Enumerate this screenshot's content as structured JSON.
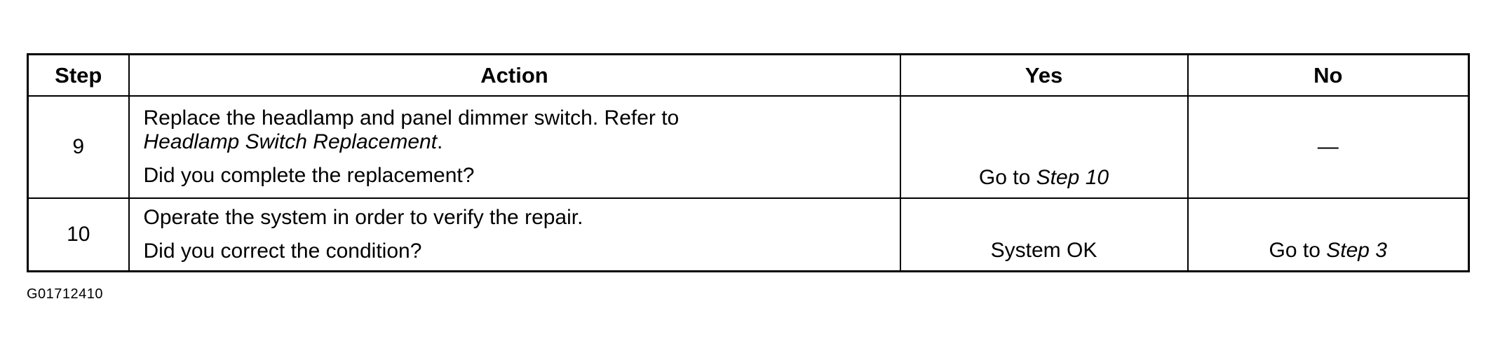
{
  "table": {
    "headers": {
      "step": "Step",
      "action": "Action",
      "yes": "Yes",
      "no": "No"
    },
    "rows": [
      {
        "step": "9",
        "action_line1_text": "Replace the headlamp and panel dimmer switch. Refer to",
        "action_line1_ref": "Headlamp Switch Replacement",
        "action_line1_suffix": ".",
        "action_question": "Did you complete the replacement?",
        "yes_prefix": "Go to ",
        "yes_ref": "Step 10",
        "no": "—"
      },
      {
        "step": "10",
        "action_line1_text": "Operate the system in order to verify the repair.",
        "action_question": "Did you correct the condition?",
        "yes": "System OK",
        "no_prefix": "Go to ",
        "no_ref": "Step 3"
      }
    ]
  },
  "figure_id": "G01712410"
}
